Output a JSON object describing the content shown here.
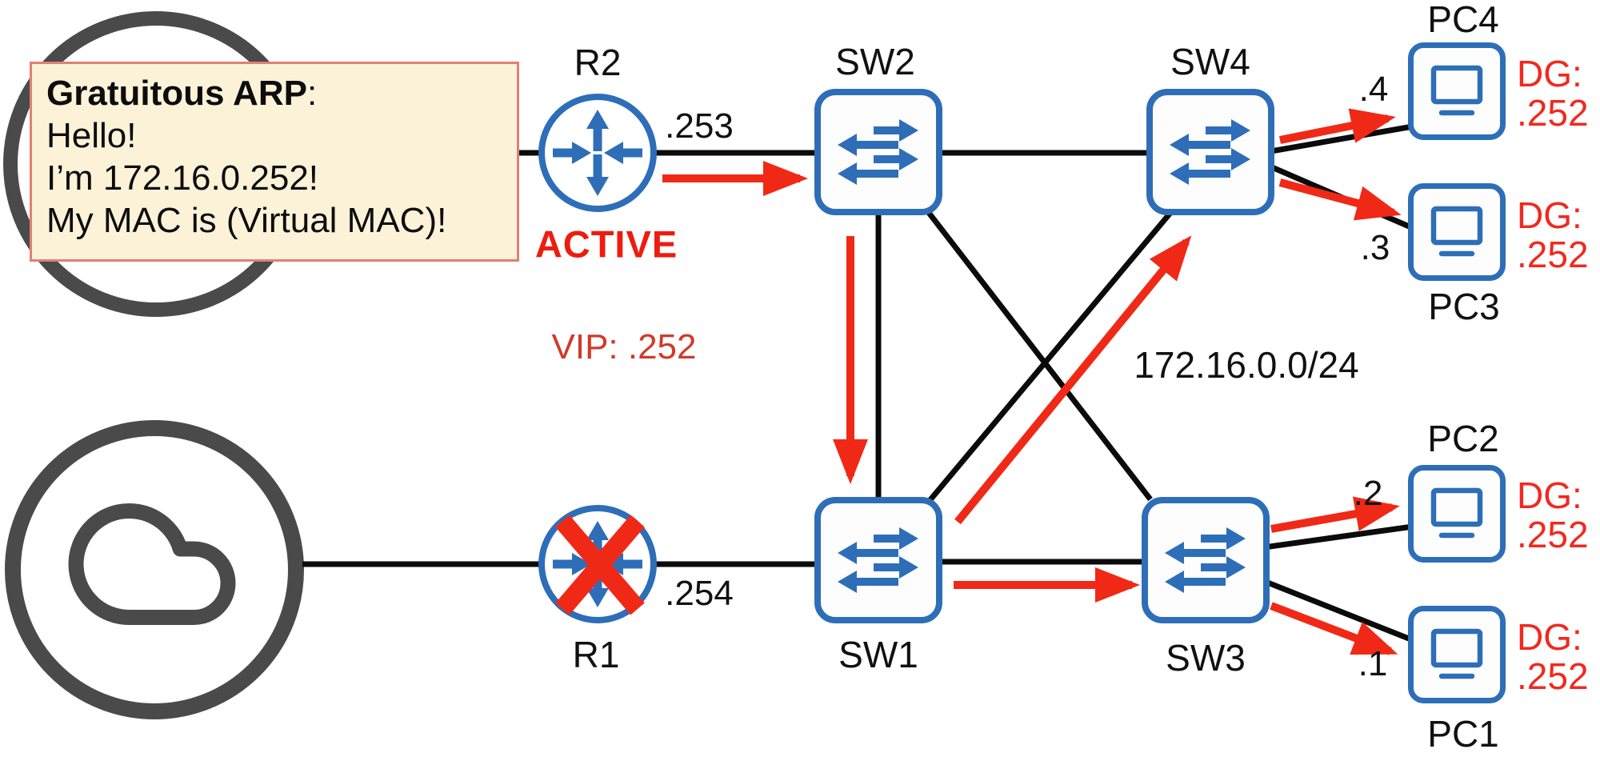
{
  "callout": {
    "title_bold": "Gratuitous ARP",
    "title_colon": ":",
    "lines": [
      "Hello!",
      "I’m 172.16.0.252!",
      "My MAC is (Virtual MAC)!"
    ]
  },
  "nodes": {
    "r2": {
      "name": "R2",
      "iface": ".253",
      "status": "ACTIVE"
    },
    "r1": {
      "name": "R1",
      "iface": ".254"
    },
    "sw1": {
      "name": "SW1"
    },
    "sw2": {
      "name": "SW2"
    },
    "sw3": {
      "name": "SW3"
    },
    "sw4": {
      "name": "SW4"
    },
    "pc1": {
      "name": "PC1",
      "port": ".1",
      "dg_label": "DG:",
      "dg_value": ".252"
    },
    "pc2": {
      "name": "PC2",
      "port": ".2",
      "dg_label": "DG:",
      "dg_value": ".252"
    },
    "pc3": {
      "name": "PC3",
      "port": ".3",
      "dg_label": "DG:",
      "dg_value": ".252"
    },
    "pc4": {
      "name": "PC4",
      "port": ".4",
      "dg_label": "DG:",
      "dg_value": ".252"
    }
  },
  "annotations": {
    "vip": "VIP: .252",
    "subnet": "172.16.0.0/24"
  },
  "colors": {
    "node_blue": "#2e6eb8",
    "flow_red": "#f02917",
    "status_red": "#ee1c0f",
    "vip_red": "#d03a2a",
    "callout_bg": "#fbf2d8",
    "callout_border": "#df8077",
    "link_black": "#0b0b0b",
    "cloud_gray": "#4a4a4a"
  }
}
